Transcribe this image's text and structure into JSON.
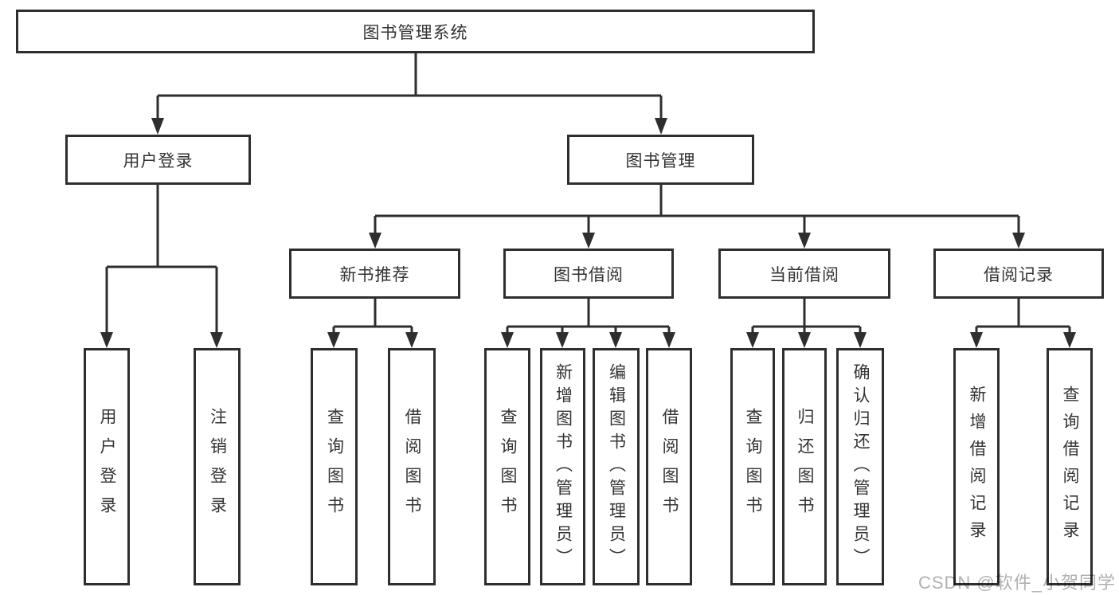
{
  "diagram": {
    "root": "图书管理系统",
    "level2": {
      "user_login": "用户登录",
      "book_management": "图书管理"
    },
    "level3": {
      "new_book_recommend": "新书推荐",
      "book_borrowing": "图书借阅",
      "current_borrowing": "当前借阅",
      "borrowing_records": "借阅记录"
    },
    "leaves": {
      "user_login": [
        "用户登录",
        "注销登录"
      ],
      "new_book_recommend": [
        "查询图书",
        "借阅图书"
      ],
      "book_borrowing": [
        "查询图书",
        "新增图书（管理员）",
        "编辑图书（管理员）",
        "借阅图书"
      ],
      "current_borrowing": [
        "查询图书",
        "归还图书",
        "确认归还（管理员）"
      ],
      "borrowing_records": [
        "新增借阅记录",
        "查询借阅记录"
      ]
    }
  },
  "watermark": "CSDN @软件_小贺同学",
  "colors": {
    "line": "#2e2e2e",
    "text": "#333333",
    "watermark": "#b0b0b0",
    "background": "#ffffff"
  }
}
